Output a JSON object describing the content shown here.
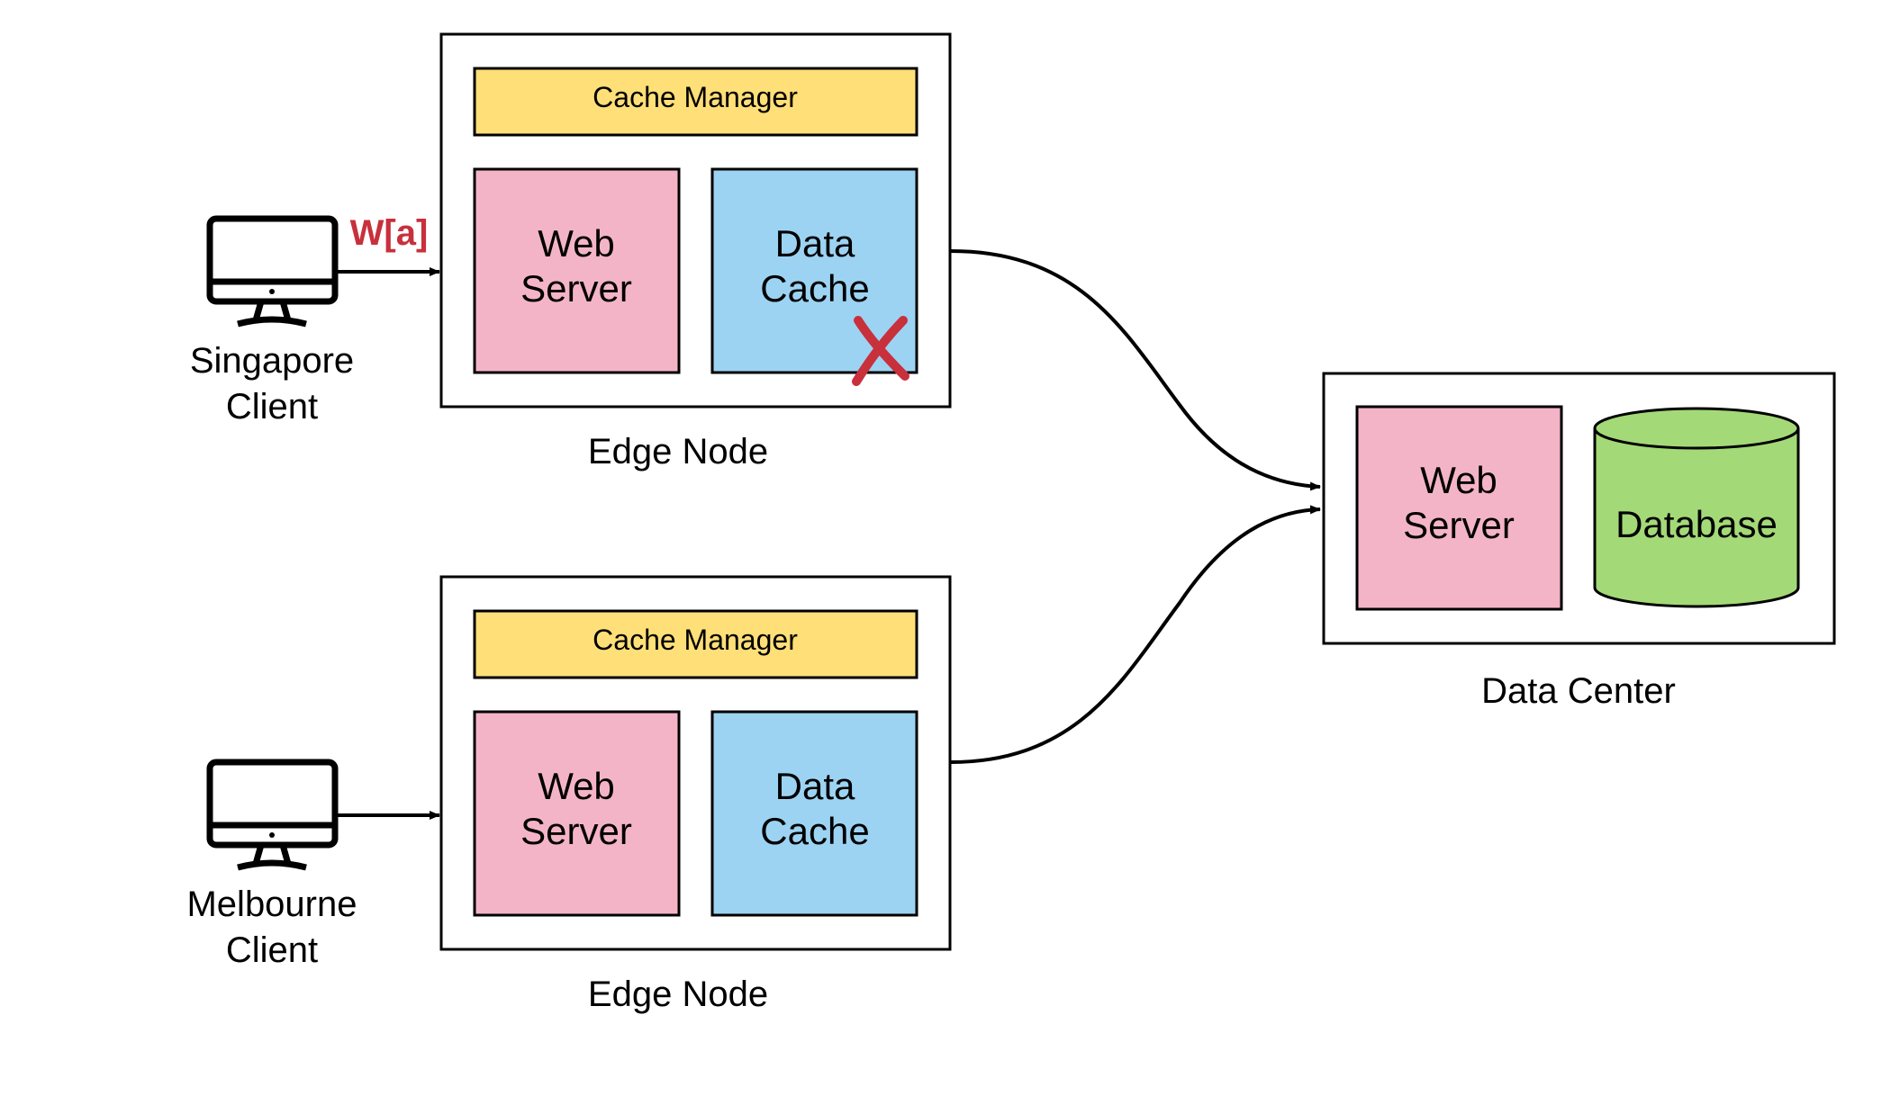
{
  "clients": [
    {
      "name_line1": "Singapore",
      "name_line2": "Client",
      "request_label": "W[a]"
    },
    {
      "name_line1": "Melbourne",
      "name_line2": "Client"
    }
  ],
  "edge_nodes": [
    {
      "label": "Edge Node",
      "cache_manager": "Cache Manager",
      "web_server_line1": "Web",
      "web_server_line2": "Server",
      "data_cache_line1": "Data",
      "data_cache_line2": "Cache",
      "cache_invalidated": true
    },
    {
      "label": "Edge Node",
      "cache_manager": "Cache Manager",
      "web_server_line1": "Web",
      "web_server_line2": "Server",
      "data_cache_line1": "Data",
      "data_cache_line2": "Cache",
      "cache_invalidated": false
    }
  ],
  "data_center": {
    "label": "Data Center",
    "web_server_line1": "Web",
    "web_server_line2": "Server",
    "database": "Database"
  },
  "colors": {
    "cache_manager": "#FFDF78",
    "web_server": "#F4B4C8",
    "data_cache": "#9DD3F2",
    "database": "#A3D977",
    "accent_red": "#C8303C"
  }
}
